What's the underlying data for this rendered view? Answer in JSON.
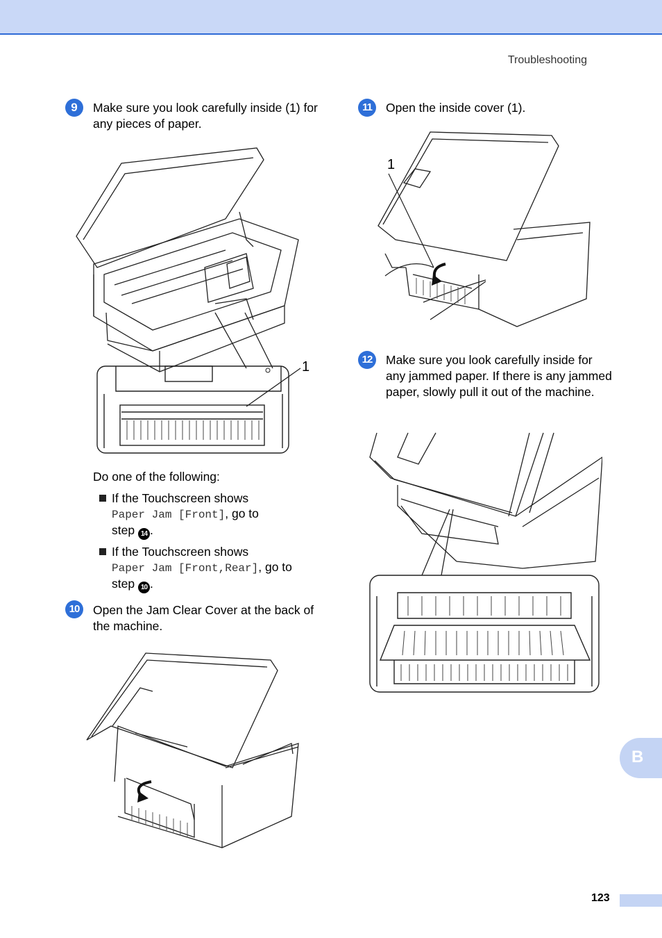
{
  "header": {
    "section": "Troubleshooting"
  },
  "steps": {
    "s9": {
      "marker": "9",
      "text": "Make sure you look carefully inside (1) for any pieces of paper."
    },
    "s10": {
      "marker": "10",
      "text": "Open the Jam Clear Cover at the back of the machine."
    },
    "s11": {
      "marker": "11",
      "text": "Open the inside cover (1)."
    },
    "s12": {
      "marker": "12",
      "text": "Make sure you look carefully inside for any jammed paper. If there is any jammed paper, slowly pull it out of the machine."
    }
  },
  "do_one": "Do one of the following:",
  "bullets": [
    {
      "lead": "If the Touchscreen shows",
      "code": "Paper Jam [Front]",
      "tail": ", go to",
      "step_word": "step",
      "ref": "14",
      "end": "."
    },
    {
      "lead": "If the Touchscreen shows",
      "code": "Paper Jam [Front,Rear]",
      "tail": ", go to",
      "step_word": "step",
      "ref": "10",
      "end": "."
    }
  ],
  "callouts": {
    "fig1": "1",
    "fig3": "1"
  },
  "side_tab": "B",
  "page_number": "123"
}
